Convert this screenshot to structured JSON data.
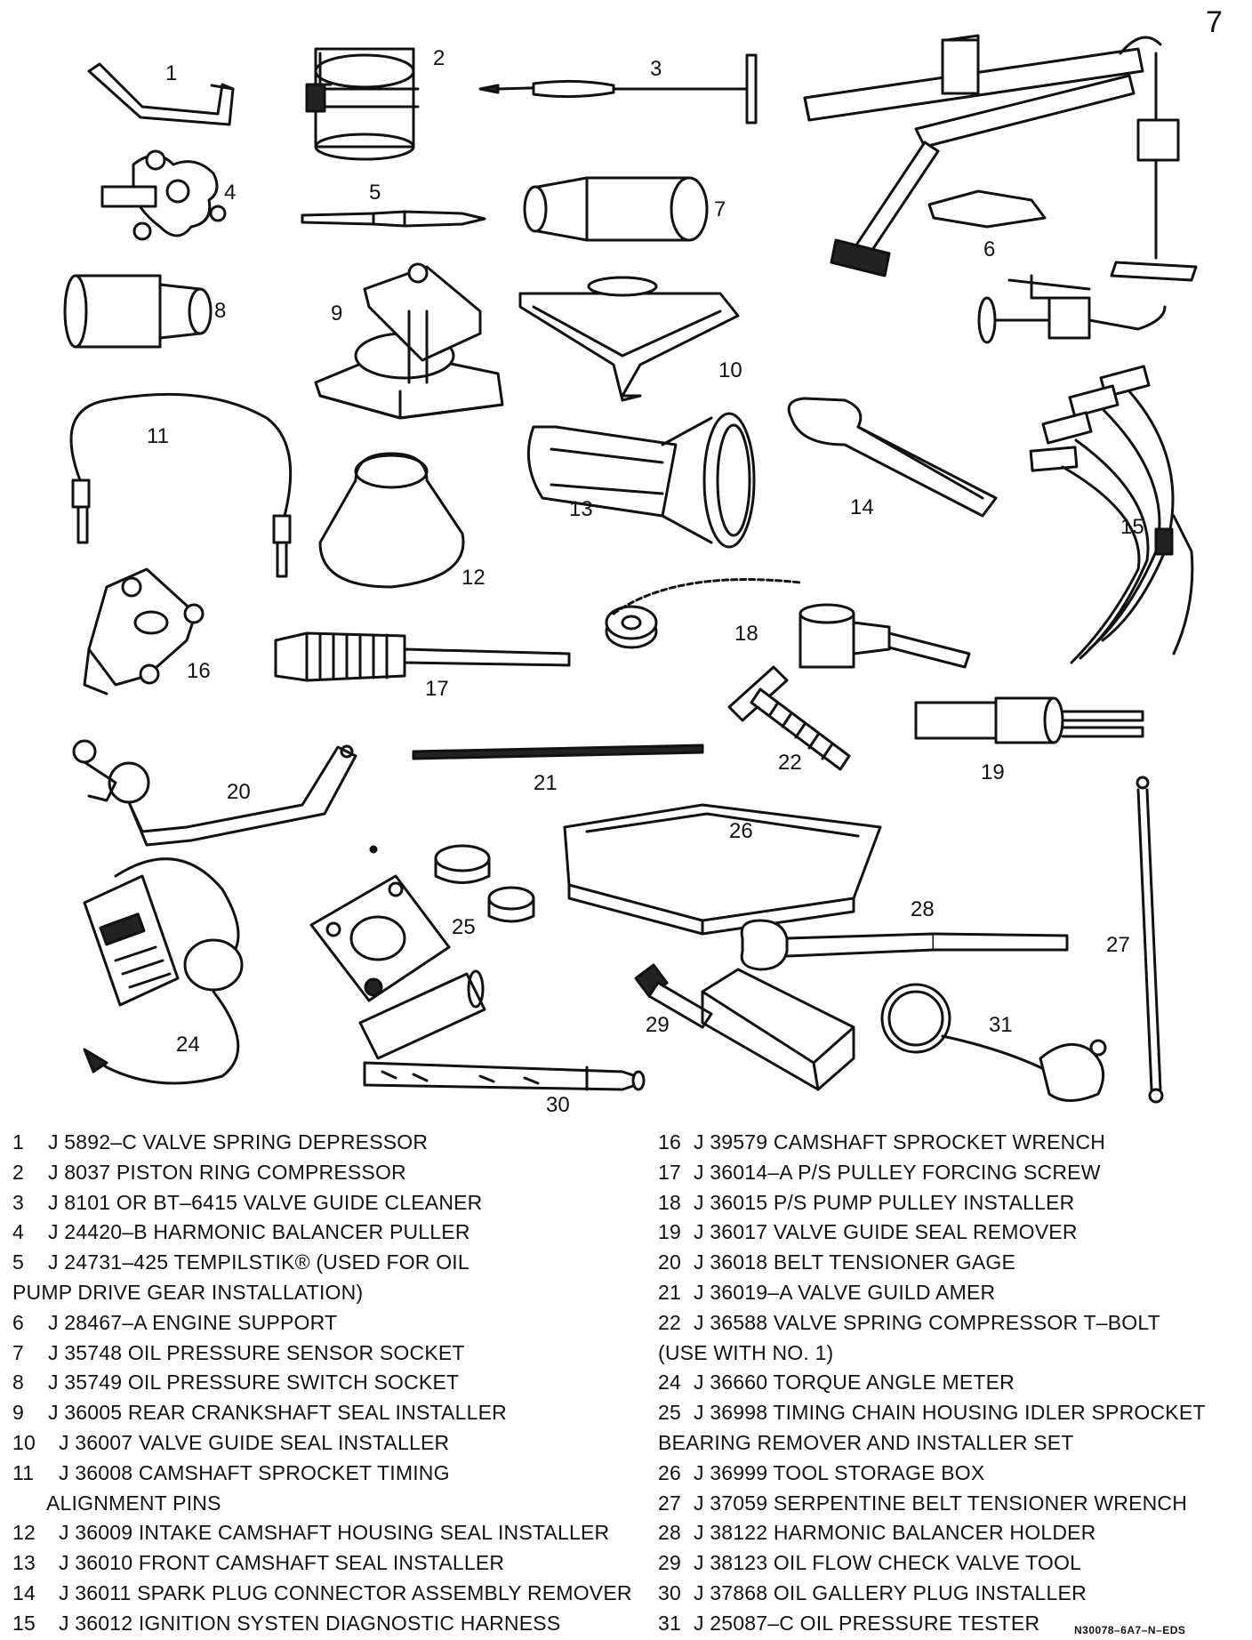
{
  "corner_mark": "7",
  "callouts": [
    "1",
    "2",
    "3",
    "4",
    "5",
    "6",
    "7",
    "8",
    "9",
    "10",
    "11",
    "12",
    "13",
    "14",
    "15",
    "16",
    "17",
    "18",
    "19",
    "20",
    "21",
    "22",
    "24",
    "25",
    "26",
    "27",
    "28",
    "29",
    "30",
    "31"
  ],
  "legend_left": [
    {
      "num": "1",
      "desc": "J 5892–C VALVE SPRING DEPRESSOR",
      "cont": ""
    },
    {
      "num": "2",
      "desc": "J 8037 PISTON RING COMPRESSOR",
      "cont": ""
    },
    {
      "num": "3",
      "desc": "J 8101 OR BT–6415 VALVE GUIDE CLEANER",
      "cont": ""
    },
    {
      "num": "4",
      "desc": "J 24420–B HARMONIC BALANCER PULLER",
      "cont": ""
    },
    {
      "num": "5",
      "desc": "J 24731–425 TEMPILSTIK® (USED FOR OIL",
      "cont": "PUMP DRIVE GEAR INSTALLATION)"
    },
    {
      "num": "6",
      "desc": "J 28467–A ENGINE SUPPORT",
      "cont": ""
    },
    {
      "num": "7",
      "desc": "J 35748 OIL PRESSURE SENSOR SOCKET",
      "cont": ""
    },
    {
      "num": "8",
      "desc": "J 35749 OIL PRESSURE SWITCH SOCKET",
      "cont": ""
    },
    {
      "num": "9",
      "desc": "J 36005 REAR CRANKSHAFT SEAL INSTALLER",
      "cont": ""
    },
    {
      "num": "10",
      "desc": "J 36007 VALVE GUIDE SEAL INSTALLER",
      "cont": ""
    },
    {
      "num": "11",
      "desc": "J 36008 CAMSHAFT SPROCKET TIMING",
      "cont": "ALIGNMENT PINS"
    },
    {
      "num": "12",
      "desc": "J 36009 INTAKE CAMSHAFT HOUSING SEAL INSTALLER",
      "cont": ""
    },
    {
      "num": "13",
      "desc": "J 36010 FRONT CAMSHAFT SEAL INSTALLER",
      "cont": ""
    },
    {
      "num": "14",
      "desc": "J 36011 SPARK PLUG CONNECTOR ASSEMBLY REMOVER",
      "cont": ""
    },
    {
      "num": "15",
      "desc": "J 36012 IGNITION SYSTEN DIAGNOSTIC HARNESS",
      "cont": ""
    }
  ],
  "legend_right": [
    {
      "num": "16",
      "desc": "J 39579 CAMSHAFT SPROCKET WRENCH",
      "cont": ""
    },
    {
      "num": "17",
      "desc": "J 36014–A P/S PULLEY FORCING SCREW",
      "cont": ""
    },
    {
      "num": "18",
      "desc": "J 36015 P/S PUMP PULLEY INSTALLER",
      "cont": ""
    },
    {
      "num": "19",
      "desc": "J 36017 VALVE GUIDE SEAL REMOVER",
      "cont": ""
    },
    {
      "num": "20",
      "desc": "J 36018 BELT TENSIONER GAGE",
      "cont": ""
    },
    {
      "num": "21",
      "desc": "J 36019–A VALVE GUILD AMER",
      "cont": ""
    },
    {
      "num": "22",
      "desc": "J 36588 VALVE SPRING COMPRESSOR T–BOLT",
      "cont": "(USE WITH NO. 1)"
    },
    {
      "num": "24",
      "desc": "J 36660 TORQUE ANGLE METER",
      "cont": ""
    },
    {
      "num": "25",
      "desc": "J 36998 TIMING CHAIN HOUSING IDLER SPROCKET",
      "cont": "BEARING REMOVER AND INSTALLER SET"
    },
    {
      "num": "26",
      "desc": "J 36999 TOOL STORAGE BOX",
      "cont": ""
    },
    {
      "num": "27",
      "desc": "J 37059 SERPENTINE BELT TENSIONER WRENCH",
      "cont": ""
    },
    {
      "num": "28",
      "desc": "J 38122 HARMONIC BALANCER HOLDER",
      "cont": ""
    },
    {
      "num": "29",
      "desc": "J 38123 OIL FLOW CHECK VALVE TOOL",
      "cont": ""
    },
    {
      "num": "30",
      "desc": "J 37868 OIL GALLERY PLUG INSTALLER",
      "cont": ""
    },
    {
      "num": "31",
      "desc": "J 25087–C OIL PRESSURE TESTER",
      "cont": ""
    }
  ],
  "figure_code": "N30078–6A7–N–EDS"
}
